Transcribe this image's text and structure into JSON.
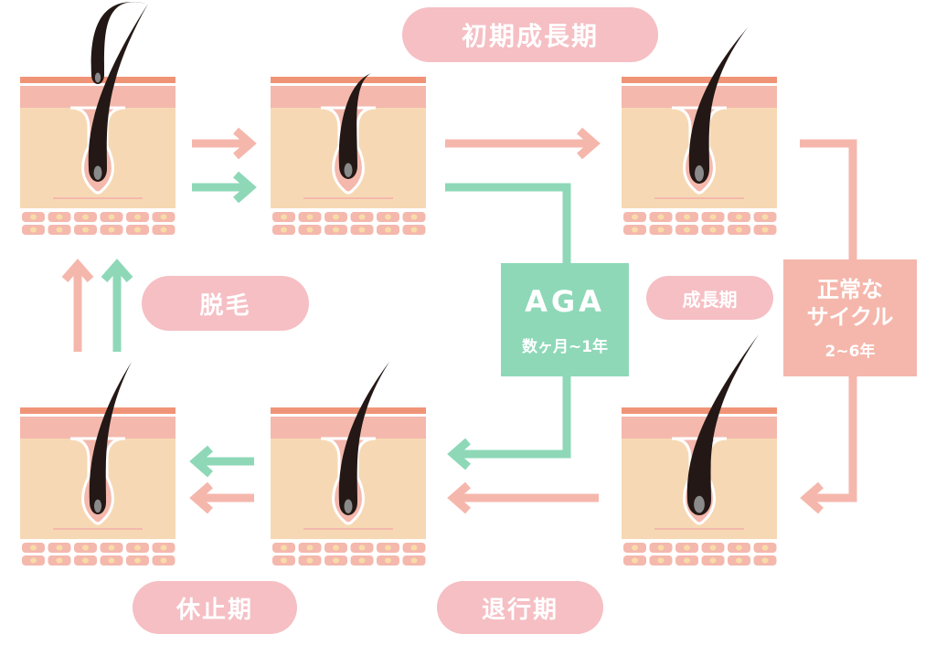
{
  "colors": {
    "pink_arrow": "#f5b7ac",
    "green_arrow": "#8ed8b8",
    "pill": "#f5bfc4",
    "normal_box": "#f5b7ac",
    "aga_box": "#8ed8b8"
  },
  "labels": {
    "early_anagen": "初期成長期",
    "anagen": "成長期",
    "catagen": "退行期",
    "telogen": "休止期",
    "shedding": "脱毛"
  },
  "aga_box": {
    "title": "AGA",
    "duration": "数ヶ月~1年"
  },
  "normal_box": {
    "title_line1": "正常な",
    "title_line2": "サイクル",
    "duration": "2~6年"
  }
}
